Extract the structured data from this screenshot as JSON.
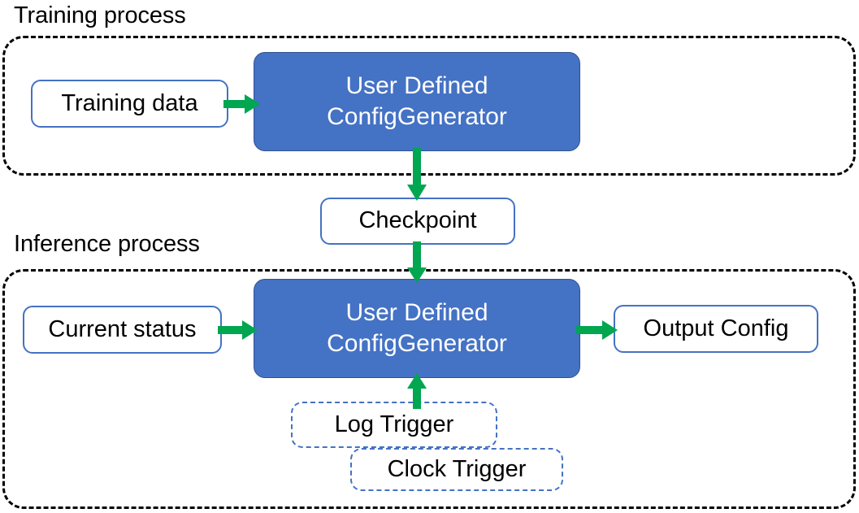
{
  "diagram": {
    "title_training": "Training process",
    "title_inference": "Inference process",
    "colors": {
      "process_fill": "#4472C4",
      "process_border": "#2F528F",
      "node_border": "#4472C4",
      "arrow_green": "#00A650",
      "group_border": "#000000",
      "text_dark": "#000000",
      "text_light": "#FFFFFF"
    },
    "groups": [
      {
        "name": "training-process-group",
        "label": "Training process",
        "style": "dashed"
      },
      {
        "name": "inference-process-group",
        "label": "Inference process",
        "style": "dashed"
      }
    ],
    "nodes": {
      "training_data": "Training data",
      "generator_training_line1": "User Defined",
      "generator_training_line2": "ConfigGenerator",
      "checkpoint": "Checkpoint",
      "current_status": "Current status",
      "generator_inference_line1": "User Defined",
      "generator_inference_line2": "ConfigGenerator",
      "output_config": "Output Config",
      "log_trigger": "Log Trigger",
      "clock_trigger": "Clock Trigger"
    },
    "edges": [
      {
        "name": "training-data-to-generator",
        "from": "Training data",
        "to": "User Defined ConfigGenerator",
        "direction": "right"
      },
      {
        "name": "generator-to-checkpoint",
        "from": "User Defined ConfigGenerator",
        "to": "Checkpoint",
        "direction": "down"
      },
      {
        "name": "checkpoint-to-generator",
        "from": "Checkpoint",
        "to": "User Defined ConfigGenerator",
        "direction": "down"
      },
      {
        "name": "current-status-to-generator",
        "from": "Current status",
        "to": "User Defined ConfigGenerator",
        "direction": "right"
      },
      {
        "name": "generator-to-output-config",
        "from": "User Defined ConfigGenerator",
        "to": "Output Config",
        "direction": "right"
      },
      {
        "name": "triggers-to-generator",
        "from": "Log Trigger / Clock Trigger",
        "to": "User Defined ConfigGenerator",
        "direction": "up"
      }
    ]
  }
}
